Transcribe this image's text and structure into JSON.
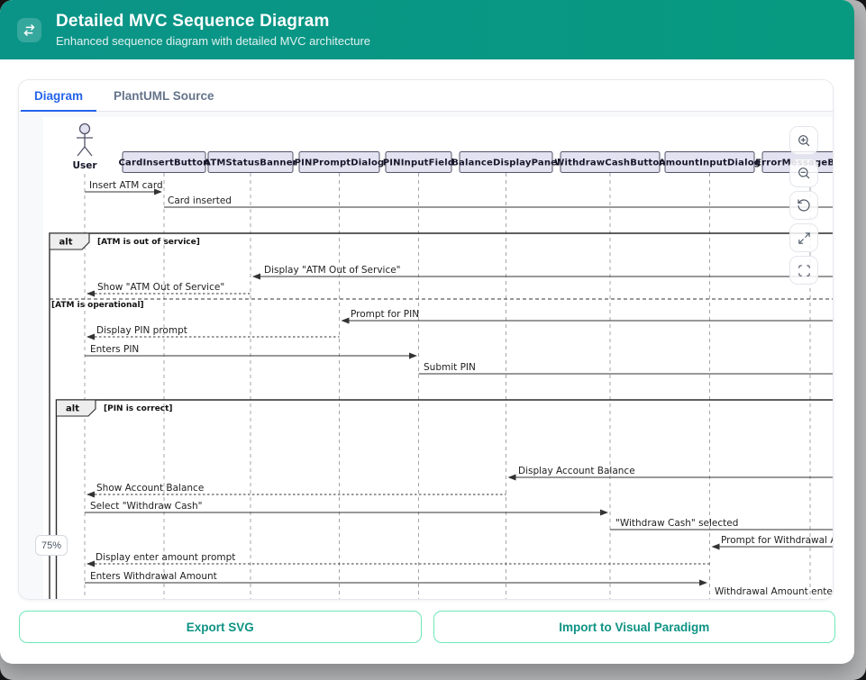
{
  "header": {
    "title": "Detailed MVC Sequence Diagram",
    "subtitle": "Enhanced sequence diagram with detailed MVC architecture",
    "icon": "swap-horizontal-icon"
  },
  "tabs": [
    {
      "label": "Diagram",
      "active": true
    },
    {
      "label": "PlantUML Source",
      "active": false
    }
  ],
  "viewer": {
    "zoom_level": "75%",
    "controls": [
      "zoom-in",
      "zoom-out",
      "reset-view",
      "expand",
      "fullscreen"
    ]
  },
  "actions": {
    "export_label": "Export SVG",
    "import_label": "Import to Visual Paradigm"
  },
  "colors": {
    "header_teal": "#0a9488",
    "tab_active_blue": "#2563eb",
    "action_border_teal": "#6ee7b7",
    "action_text_teal": "#0e9384",
    "participant_fill": "#e2e2f0",
    "page_background": "#b5b6b8"
  },
  "diagram": {
    "actor": "User",
    "participants": [
      "CardInsertButton",
      "ATMStatusBanner",
      "PINPromptDialog",
      "PINInputField",
      "BalanceDisplayPanel",
      "WithdrawCashButton",
      "AmountInputDialog",
      "ErrorMessageBanner"
    ],
    "fragments": [
      {
        "keyword": "alt",
        "guard": "[ATM is out of service]",
        "else_guard": "[ATM is operational]"
      },
      {
        "keyword": "alt",
        "guard": "[PIN is correct]"
      }
    ],
    "messages": [
      {
        "from": "User",
        "to": "CardInsertButton",
        "label": "Insert ATM card",
        "style": "solid"
      },
      {
        "from": "CardInsertButton",
        "to": "offscreen-right",
        "label": "Card inserted",
        "style": "solid"
      },
      {
        "from": "offscreen-right",
        "to": "ATMStatusBanner",
        "label": "Display \"ATM Out of Service\"",
        "style": "solid"
      },
      {
        "from": "ATMStatusBanner",
        "to": "User",
        "label": "Show \"ATM Out of Service\"",
        "style": "return"
      },
      {
        "from": "offscreen-right",
        "to": "PINPromptDialog",
        "label": "Prompt for PIN",
        "style": "solid"
      },
      {
        "from": "PINPromptDialog",
        "to": "User",
        "label": "Display PIN prompt",
        "style": "return"
      },
      {
        "from": "User",
        "to": "PINInputField",
        "label": "Enters PIN",
        "style": "solid"
      },
      {
        "from": "PINInputField",
        "to": "offscreen-right",
        "label": "Submit PIN",
        "style": "solid"
      },
      {
        "from": "offscreen-right",
        "to": "BalanceDisplayPanel",
        "label": "Display Account Balance",
        "style": "solid"
      },
      {
        "from": "BalanceDisplayPanel",
        "to": "User",
        "label": "Show Account Balance",
        "style": "return"
      },
      {
        "from": "User",
        "to": "WithdrawCashButton",
        "label": "Select \"Withdraw Cash\"",
        "style": "solid"
      },
      {
        "from": "WithdrawCashButton",
        "to": "offscreen-right",
        "label": "\"Withdraw Cash\" selected",
        "style": "solid"
      },
      {
        "from": "offscreen-right",
        "to": "AmountInputDialog",
        "label": "Prompt for Withdrawal Amount",
        "style": "solid"
      },
      {
        "from": "AmountInputDialog",
        "to": "User",
        "label": "Display enter amount prompt",
        "style": "return"
      },
      {
        "from": "User",
        "to": "AmountInputDialog",
        "label": "Enters Withdrawal Amount",
        "style": "solid"
      },
      {
        "from": "AmountInputDialog",
        "to": "offscreen-right",
        "label": "Withdrawal Amount entered",
        "style": "solid"
      }
    ]
  }
}
